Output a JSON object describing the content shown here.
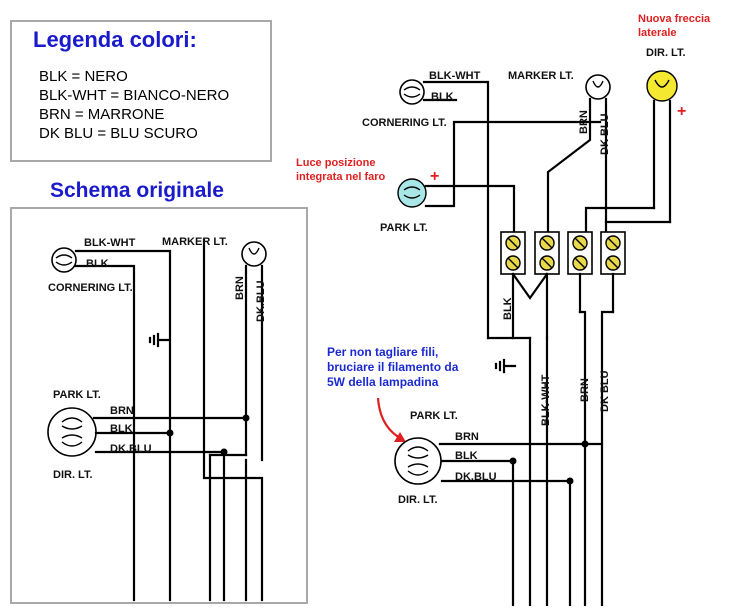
{
  "legend": {
    "title": "Legenda colori:",
    "lines": [
      "BLK = NERO",
      "BLK-WHT = BIANCO-NERO",
      "BRN = MARRONE",
      "DK BLU = BLU SCURO"
    ]
  },
  "original": {
    "title": "Schema originale",
    "labels": {
      "blk_wht": "BLK-WHT",
      "blk": "BLK",
      "marker": "MARKER LT.",
      "cornering": "CORNERING LT.",
      "brn_v": "BRN",
      "dkblu_v": "DK.BLU",
      "park": "PARK LT.",
      "brn": "BRN",
      "blk2": "BLK",
      "dkblu": "DK.BLU",
      "dir": "DIR. LT."
    }
  },
  "modified": {
    "labels": {
      "new_dir_note_1": "Nuova freccia",
      "new_dir_note_2": "laterale",
      "dir_top": "DIR. LT.",
      "blk_wht": "BLK-WHT",
      "blk": "BLK",
      "marker": "MARKER LT.",
      "cornering": "CORNERING LT.",
      "brn_v": "BRN",
      "dkblu_v": "DK BLU",
      "park_note_1": "Luce posizione",
      "park_note_2": "integrata nel faro",
      "park": "PARK LT.",
      "blk_v": "BLK",
      "blkwht_v": "BLK-WHT",
      "brn_v2": "BRN",
      "dkblu_v2": "DK BLU",
      "note_1": "Per non tagliare fili,",
      "note_2": "bruciare il filamento da",
      "note_3": "5W della lampadina",
      "park_bottom": "PARK LT.",
      "brn": "BRN",
      "blk2": "BLK",
      "dkblu": "DK.BLU",
      "dir_bottom": "DIR. LT."
    },
    "plus_sign": "+"
  },
  "colors": {
    "title_blue": "#1a1acc",
    "note_red": "#e02020",
    "note_blue": "#1a2ad0",
    "new_bulb": "#f5e830",
    "park_bulb": "#a8e6e8",
    "connector": "#e8d84a"
  }
}
